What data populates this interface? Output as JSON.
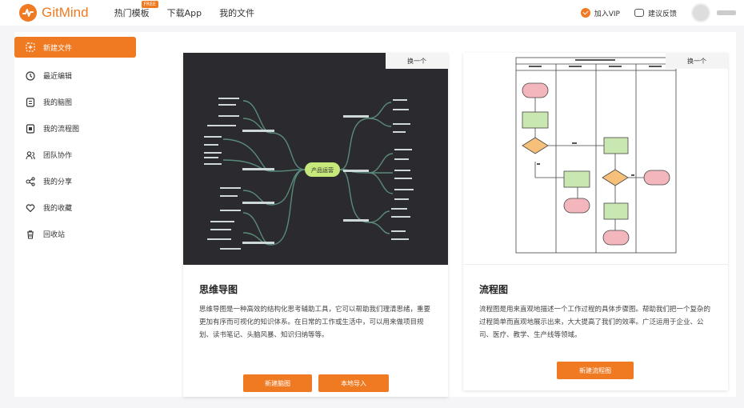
{
  "header": {
    "logo_text": "GitMind",
    "nav": [
      {
        "label": "热门模板"
      },
      {
        "label": "下载App"
      },
      {
        "label": "我的文件"
      }
    ],
    "hot_badge": "FREE",
    "vip_label": "加入VIP",
    "feedback_label": "建议反馈"
  },
  "sidebar": {
    "items": [
      {
        "label": "新建文件",
        "icon": "plus-icon"
      },
      {
        "label": "最近编辑",
        "icon": "clock-icon"
      },
      {
        "label": "我的脑图",
        "icon": "mindmap-icon"
      },
      {
        "label": "我的流程图",
        "icon": "flowchart-icon"
      },
      {
        "label": "团队协作",
        "icon": "team-icon"
      },
      {
        "label": "我的分享",
        "icon": "share-icon"
      },
      {
        "label": "我的收藏",
        "icon": "heart-icon"
      },
      {
        "label": "回收站",
        "icon": "trash-icon"
      }
    ]
  },
  "cards": [
    {
      "swap_label": "换一个",
      "title": "思维导图",
      "description": "思维导图是一种高效的结构化思考辅助工具，它可以帮助我们理清思绪，重要更加有序而可视化的知识体系。在日常的工作或生活中，可以用来做项目规划、读书笔记、头脑风暴、知识归纳等等。",
      "buttons": [
        "新建脑图",
        "本地导入"
      ],
      "preview_center": "产品运营"
    },
    {
      "swap_label": "换一个",
      "title": "流程图",
      "description": "流程图是用来直观地描述一个工作过程的具体步骤图。帮助我们把一个复杂的过程简单而直观地展示出来，大大提高了我们的效率。广泛运用于企业、公司、医疗、教学、生产线等领域。",
      "buttons": [
        "新建流程图"
      ]
    }
  ],
  "colors": {
    "accent": "#f07a22",
    "mindmap_bg": "#2b2b2f",
    "mindmap_center": "#c6e87a",
    "flow_rect": "#c9e7b0",
    "flow_oval": "#f4b6bd",
    "flow_diamond": "#f6c07a"
  }
}
